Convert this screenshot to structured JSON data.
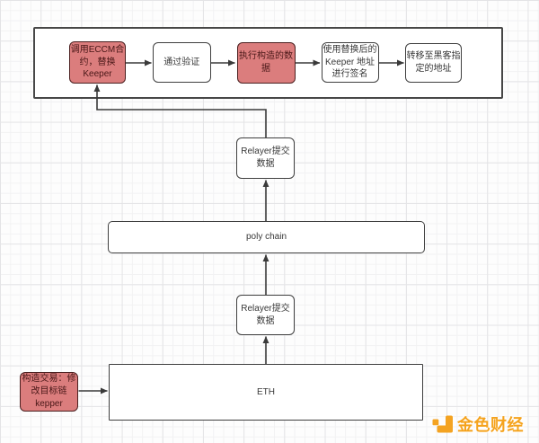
{
  "diagram": {
    "attack_flow": {
      "steps": [
        {
          "label": "调用ECCM合\n约，替换\nKeeper",
          "style": "red"
        },
        {
          "label": "通过验证",
          "style": "white"
        },
        {
          "label": "执行构造的数\n据",
          "style": "red"
        },
        {
          "label": "使用替换后的\nKeeper 地址\n进行签名",
          "style": "white"
        },
        {
          "label": "转移至黑客指\n定的地址",
          "style": "white"
        }
      ]
    },
    "relayer_top": {
      "label": "Relayer提交\n数据"
    },
    "poly_chain": {
      "label": "poly chain"
    },
    "relayer_bottom": {
      "label": "Relayer提交\n数据"
    },
    "eth": {
      "label": "ETH"
    },
    "construct_tx": {
      "label": "构造交易：修\n改目标链\nkepper"
    }
  },
  "watermark": {
    "brand": "金色财经"
  },
  "colors": {
    "highlight_fill": "#db7d7d",
    "highlight_border": "#4b2020",
    "highlight_text": "#481717",
    "box_border": "#3f3f3f",
    "arrow": "#3a3a3a",
    "brand_orange": "#f5a31d",
    "canvas_bg": "#fdfdfd",
    "grid_minor": "#f2f2f3",
    "grid_major": "#e4e4e6"
  }
}
